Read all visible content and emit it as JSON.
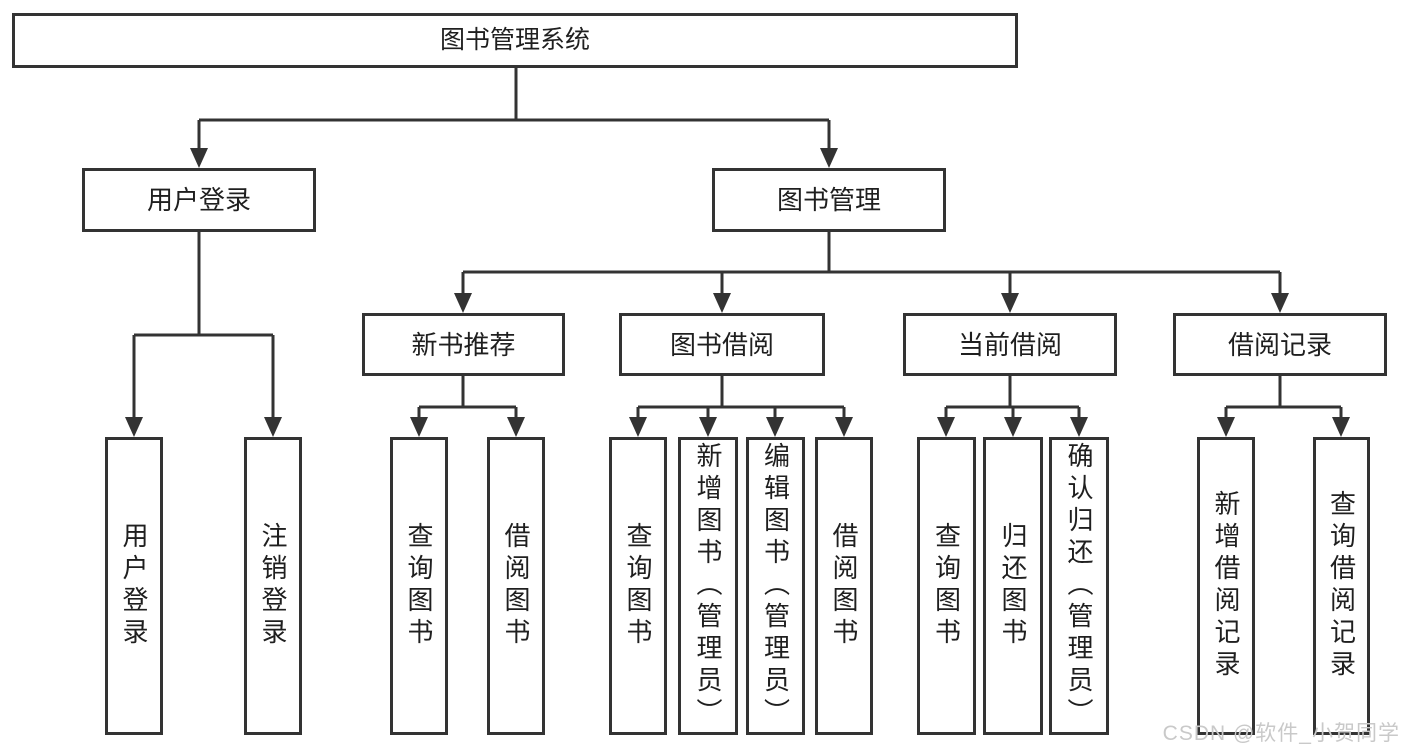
{
  "tree": {
    "root": {
      "label": "图书管理系统"
    },
    "branches": [
      {
        "label": "用户登录",
        "children": [
          {
            "label": "用户登录"
          },
          {
            "label": "注销登录"
          }
        ]
      },
      {
        "label": "图书管理",
        "groups": [
          {
            "label": "新书推荐",
            "children": [
              {
                "label": "查询图书"
              },
              {
                "label": "借阅图书"
              }
            ]
          },
          {
            "label": "图书借阅",
            "children": [
              {
                "label": "查询图书"
              },
              {
                "label": "新增图书（管理员）"
              },
              {
                "label": "编辑图书（管理员）"
              },
              {
                "label": "借阅图书"
              }
            ]
          },
          {
            "label": "当前借阅",
            "children": [
              {
                "label": "查询图书"
              },
              {
                "label": "归还图书"
              },
              {
                "label": "确认归还（管理员）"
              }
            ]
          },
          {
            "label": "借阅记录",
            "children": [
              {
                "label": "新增借阅记录"
              },
              {
                "label": "查询借阅记录"
              }
            ]
          }
        ]
      }
    ]
  },
  "watermark": {
    "text": "CSDN @软件_小贺同学"
  },
  "colors": {
    "line": "#333333",
    "box_border": "#333333",
    "text": "#1f1f1f",
    "watermark": "#c9c9c9",
    "background": "#ffffff"
  }
}
